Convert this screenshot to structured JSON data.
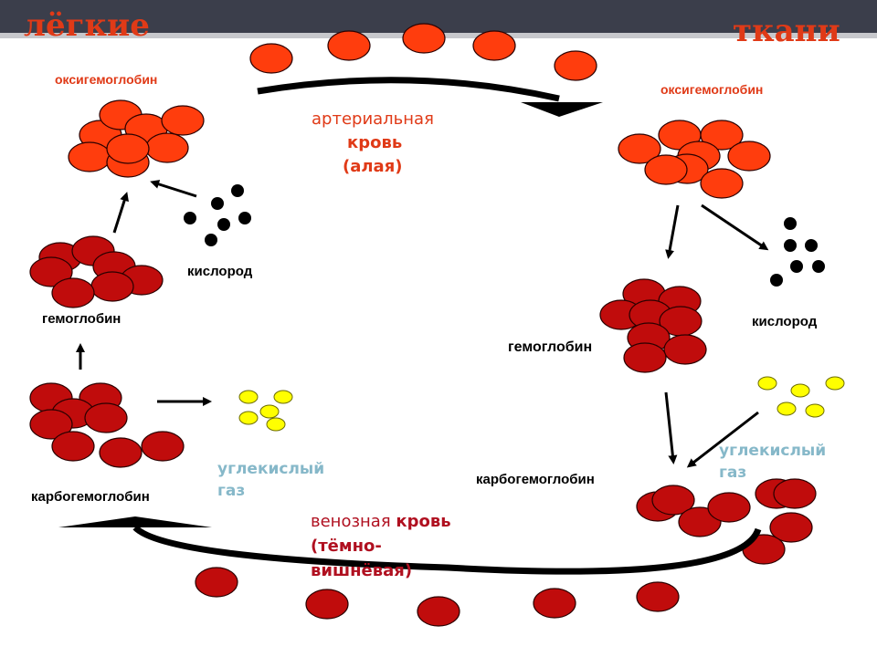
{
  "title_left": "лёгкие",
  "title_right": "ткани",
  "lungs": {
    "oxy_label": "оксигемоглобин",
    "oxygen_label": "кислород",
    "hemo_label": "гемоглобин",
    "carbo_label": "карбогемоглобин",
    "co2_label_line1": "углекислый",
    "co2_label_line2": "газ"
  },
  "tissues": {
    "oxy_label": "оксигемоглобин",
    "oxygen_label": "кислород",
    "hemo_label": "гемоглобин",
    "carbo_label": "карбогемоглобин",
    "co2_label_line1": "углекислый",
    "co2_label_line2": "газ"
  },
  "arterial": {
    "line1": "артериальная",
    "line2": "кровь",
    "line3": "(алая)"
  },
  "venous": {
    "line1_a": "венозная ",
    "line1_b": "кровь",
    "line2": "(тёмно-",
    "line3": "вишнёвая)"
  },
  "colors": {
    "header_bar": "#3b3e4b",
    "title_red": "#e03a17",
    "oxy_cell": "#ff3d0d",
    "hemo_cell": "#c00c0c",
    "co2_dot": "#ffff00",
    "oxygen_dot": "#000000",
    "teal_text": "#86b8c9",
    "venous_text": "#b01020"
  }
}
